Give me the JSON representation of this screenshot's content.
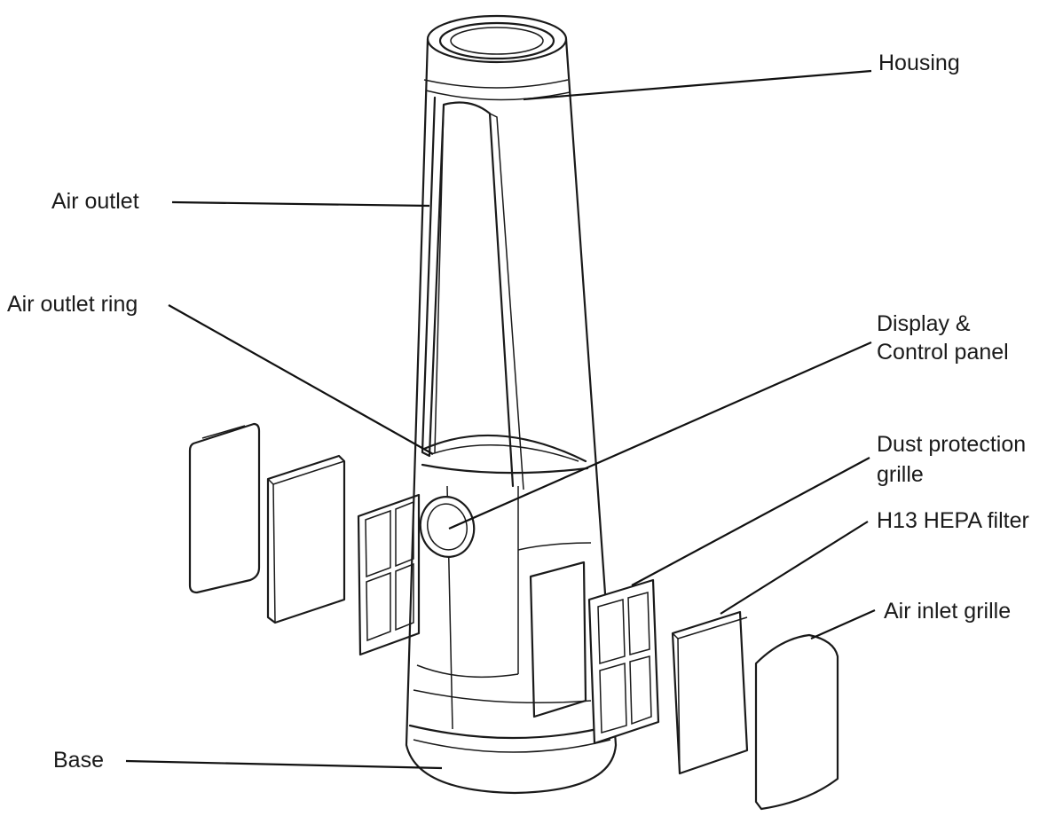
{
  "labels": {
    "housing": "Housing",
    "air_outlet": "Air outlet",
    "air_outlet_ring": "Air outlet ring",
    "display_control_line1": "Display &",
    "display_control_line2": "Control panel",
    "dust_protection_line1": "Dust protection",
    "dust_protection_line2": "grille",
    "hepa_filter": "H13 HEPA filter",
    "air_inlet_grille": "Air inlet grille",
    "base": "Base"
  },
  "colors": {
    "line": "#1a1a1a",
    "background": "#ffffff",
    "mesh_dark": "#2a2a2a"
  }
}
